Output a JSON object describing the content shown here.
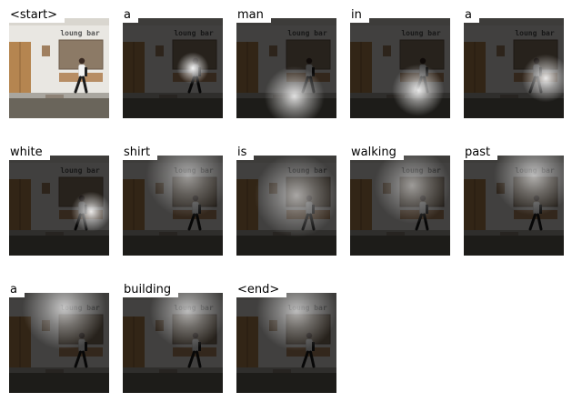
{
  "figure": {
    "words": [
      "<start>",
      "a",
      "man",
      "in",
      "a",
      "white",
      "shirt",
      "is",
      "walking",
      "past",
      "a",
      "building",
      "<end>"
    ],
    "sign_text": "loung bar",
    "palette": {
      "wall": "#e9e7e2",
      "door": "#b58550",
      "window": "#8c7a66",
      "pavement": "#6a655b",
      "shirt": "#f3f3f3",
      "trousers": "#1c1c1c",
      "dim_overlay": "#000000",
      "attention": "#ffffff"
    },
    "frames": [
      {
        "word_index": 0,
        "kind": "original"
      },
      {
        "word_index": 1,
        "kind": "attention",
        "focus_x": 0.7,
        "focus_y": 0.5,
        "spread": 0.16,
        "strength": 0.95
      },
      {
        "word_index": 2,
        "kind": "attention",
        "focus_x": 0.58,
        "focus_y": 0.78,
        "spread": 0.3,
        "strength": 0.85
      },
      {
        "word_index": 3,
        "kind": "attention",
        "focus_x": 0.68,
        "focus_y": 0.72,
        "spread": 0.26,
        "strength": 0.9
      },
      {
        "word_index": 4,
        "kind": "attention",
        "focus_x": 0.82,
        "focus_y": 0.6,
        "spread": 0.24,
        "strength": 0.9
      },
      {
        "word_index": 5,
        "kind": "attention",
        "focus_x": 0.82,
        "focus_y": 0.56,
        "spread": 0.2,
        "strength": 0.9
      },
      {
        "word_index": 6,
        "kind": "attention",
        "focus_x": 0.65,
        "focus_y": 0.2,
        "spread": 0.42,
        "strength": 0.55
      },
      {
        "word_index": 7,
        "kind": "attention",
        "focus_x": 0.6,
        "focus_y": 0.4,
        "spread": 0.42,
        "strength": 0.6
      },
      {
        "word_index": 8,
        "kind": "attention",
        "focus_x": 0.62,
        "focus_y": 0.3,
        "spread": 0.38,
        "strength": 0.55
      },
      {
        "word_index": 9,
        "kind": "attention",
        "focus_x": 0.7,
        "focus_y": 0.2,
        "spread": 0.4,
        "strength": 0.65
      },
      {
        "word_index": 10,
        "kind": "attention",
        "focus_x": 0.55,
        "focus_y": 0.15,
        "spread": 0.42,
        "strength": 0.7
      },
      {
        "word_index": 11,
        "kind": "attention",
        "focus_x": 0.65,
        "focus_y": 0.18,
        "spread": 0.38,
        "strength": 0.65
      },
      {
        "word_index": 12,
        "kind": "attention",
        "focus_x": 0.6,
        "focus_y": 0.18,
        "spread": 0.4,
        "strength": 0.65
      }
    ]
  }
}
